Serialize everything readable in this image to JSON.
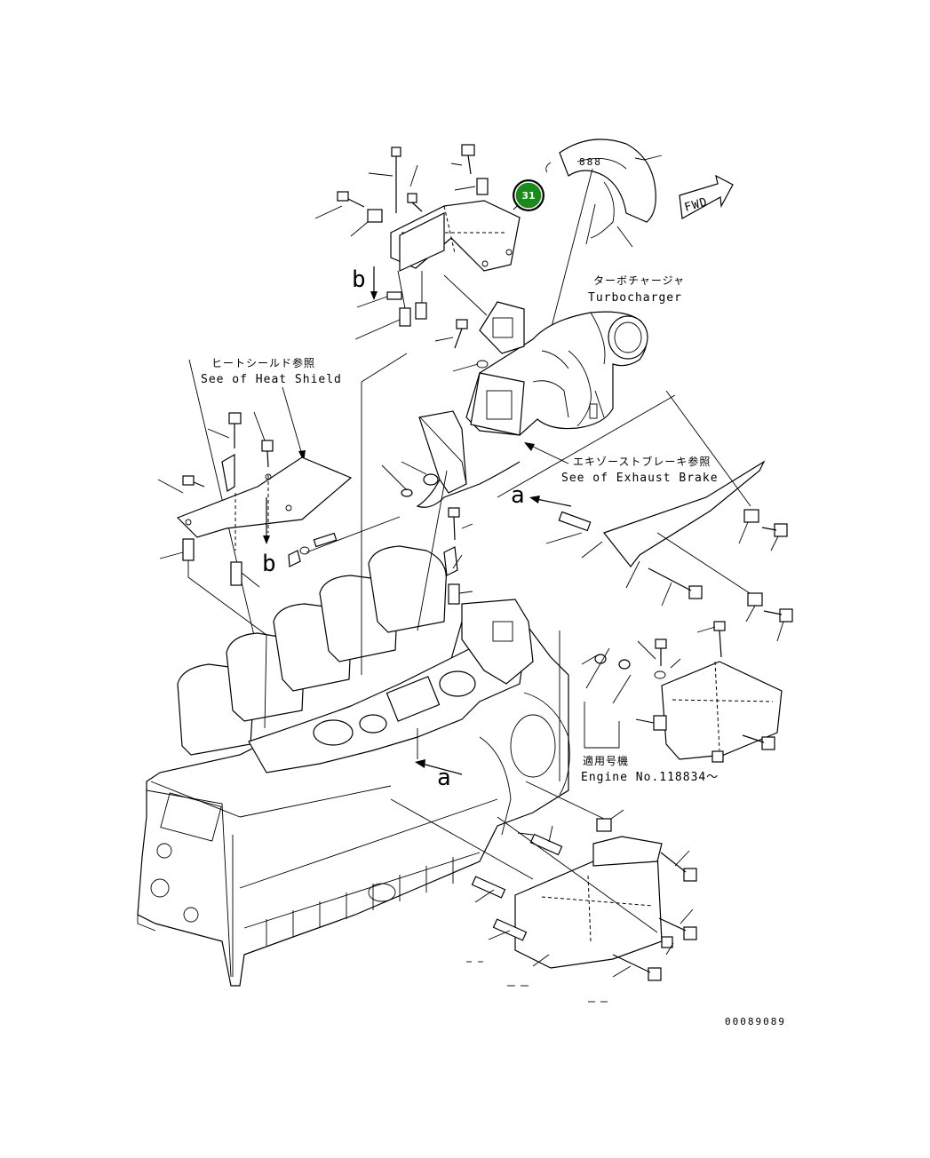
{
  "callout": {
    "number": "31",
    "color": "#1a8a1a",
    "ring": "#000000"
  },
  "labels": {
    "turbo_jp": "ターボチャージャ",
    "turbo_en": "Turbocharger",
    "heat_jp": "ヒートシールド参照",
    "heat_en": "See of Heat Shield",
    "exhaust_jp": "エキゾーストブレーキ参照",
    "exhaust_en": "See of Exhaust Brake",
    "engine_jp": "適用号機",
    "engine_en": "Engine No.118834～",
    "fwd": "FWD",
    "ref_b": "b",
    "ref_a": "a",
    "drawing_no": "00089089"
  }
}
